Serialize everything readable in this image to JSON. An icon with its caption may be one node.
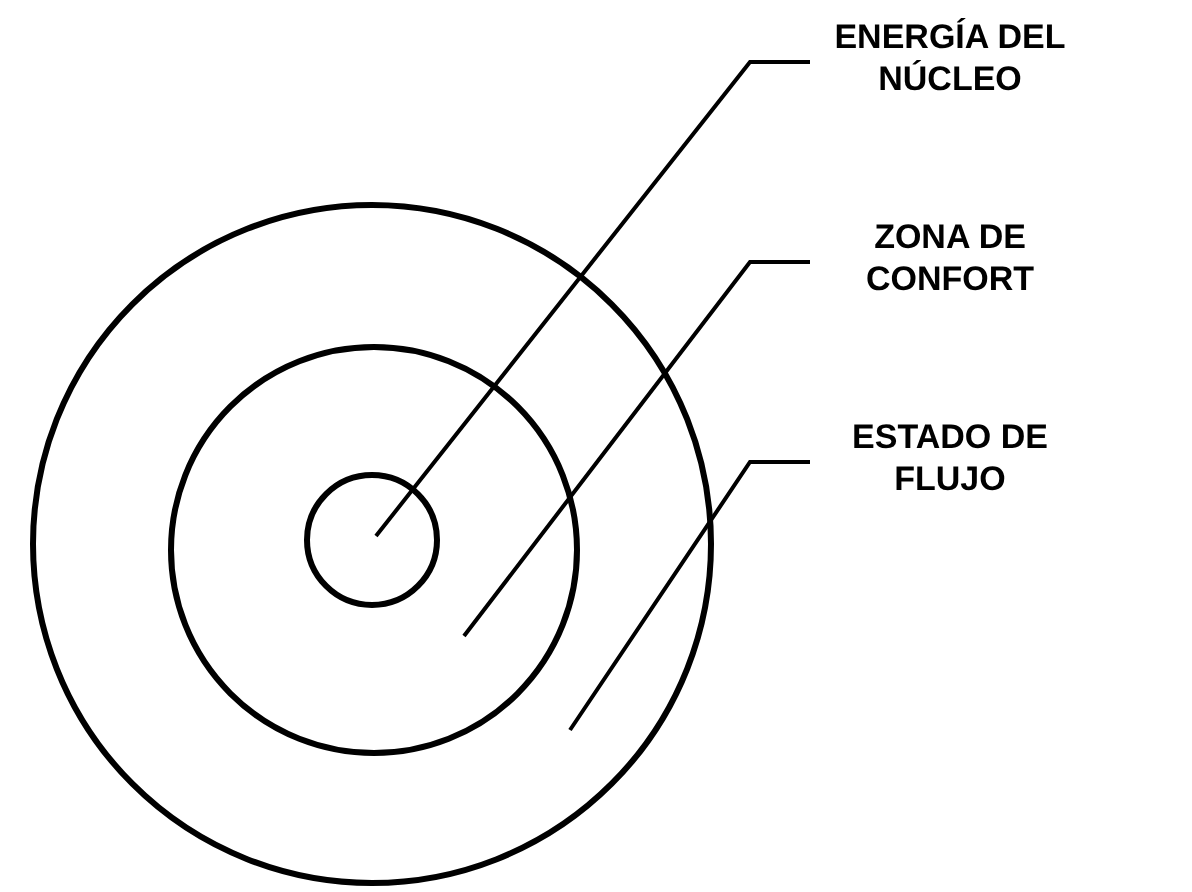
{
  "diagram": {
    "nodes": [
      {
        "text": [],
        "shape": "circle"
      },
      {
        "text": [],
        "shape": "circle",
        "in": 0
      },
      {
        "text": [],
        "shape": "circle",
        "in": 1
      },
      {
        "text": [
          "ENERGÍA DEL NÚCLEO"
        ]
      },
      {
        "text": [
          "ZONA DE CONFORT"
        ]
      },
      {
        "text": [
          "ESTADO DE FLUJO"
        ]
      }
    ],
    "edges": [
      {
        "from": 3,
        "to": 2,
        "arrow": "none"
      },
      {
        "from": 4,
        "to": 1,
        "arrow": "none"
      },
      {
        "from": 5,
        "to": 0,
        "arrow": "none"
      }
    ]
  }
}
